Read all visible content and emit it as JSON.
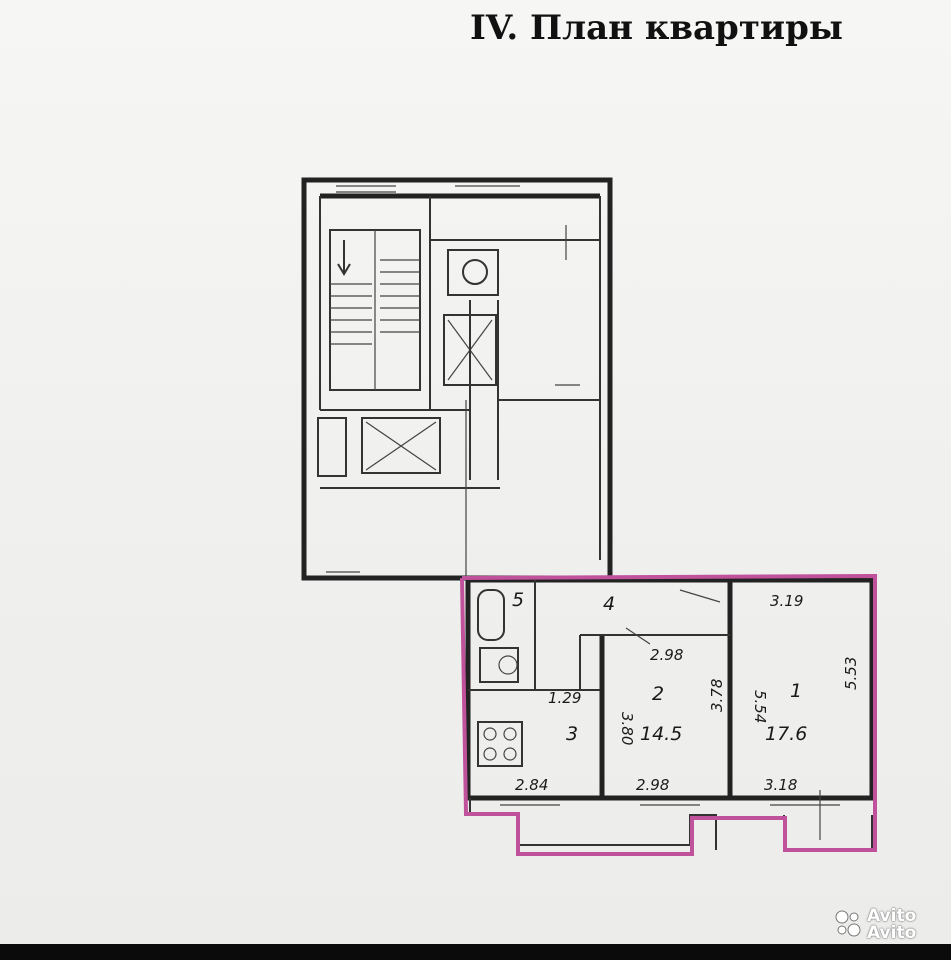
{
  "title": "IV. План квартиры",
  "rooms": [
    {
      "number": "1",
      "area": "17.6"
    },
    {
      "number": "2",
      "area": "14.5"
    },
    {
      "number": "3",
      "area": ""
    },
    {
      "number": "4",
      "area": ""
    },
    {
      "number": "5",
      "area": ""
    }
  ],
  "dimensions": {
    "room1_top": "3.19",
    "room1_left": "5.54",
    "room1_right": "5.53",
    "room1_bottom": "3.18",
    "room2_top": "2.98",
    "room2_left": "3.80",
    "room2_right": "3.78",
    "room2_bottom": "2.98",
    "kitchen_bottom": "2.84",
    "hall_small": "1.29"
  },
  "watermark": {
    "line1": "Avito",
    "line2": "Avito"
  },
  "colors": {
    "highlight": "#c0519b",
    "lines": "#222222"
  }
}
